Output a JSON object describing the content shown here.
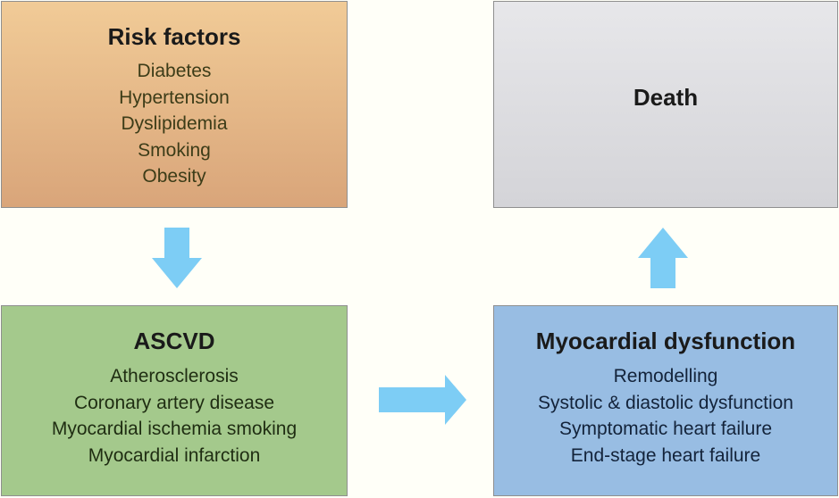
{
  "boxes": {
    "risk_factors": {
      "title": "Risk factors",
      "items": [
        "Diabetes",
        "Hypertension",
        "Dyslipidemia",
        "Smoking",
        "Obesity"
      ]
    },
    "death": {
      "title": "Death"
    },
    "ascvd": {
      "title": "ASCVD",
      "items": [
        "Atherosclerosis",
        "Coronary artery disease",
        "Myocardial ischemia smoking",
        "Myocardial infarction"
      ]
    },
    "myocardial_dysfunction": {
      "title": "Myocardial dysfunction",
      "items": [
        "Remodelling",
        "Systolic & diastolic dysfunction",
        "Symptomatic heart failure",
        "End-stage heart failure"
      ]
    }
  },
  "colors": {
    "background": "#fffff8",
    "risk_factors_fill": "#e5b888",
    "death_fill": "#d4d4d8",
    "ascvd_fill": "#a4c98c",
    "myocardial_dysfunction_fill": "#98bde3",
    "arrow": "#7dcdf5"
  },
  "arrows": [
    {
      "from": "risk_factors",
      "to": "ascvd",
      "direction": "down"
    },
    {
      "from": "ascvd",
      "to": "myocardial_dysfunction",
      "direction": "right"
    },
    {
      "from": "myocardial_dysfunction",
      "to": "death",
      "direction": "up"
    }
  ]
}
